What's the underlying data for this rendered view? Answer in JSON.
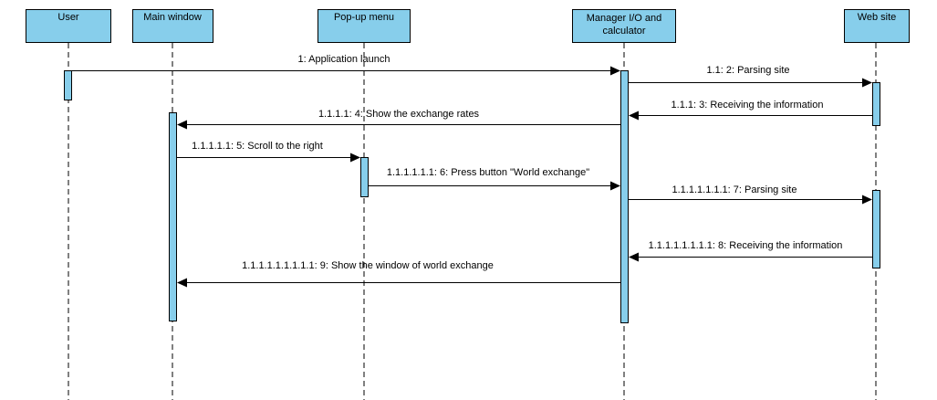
{
  "participants": [
    {
      "id": "user",
      "label": "User"
    },
    {
      "id": "main",
      "label": "Main window"
    },
    {
      "id": "popup",
      "label": "Pop-up menu"
    },
    {
      "id": "manager",
      "label": "Manager I/O and calculator"
    },
    {
      "id": "web",
      "label": "Web site"
    }
  ],
  "messages": [
    {
      "from": "user",
      "to": "manager",
      "label": "1: Application launch"
    },
    {
      "from": "manager",
      "to": "web",
      "label": "1.1: 2: Parsing site"
    },
    {
      "from": "web",
      "to": "manager",
      "label": "1.1.1: 3: Receiving the information"
    },
    {
      "from": "manager",
      "to": "main",
      "label": "1.1.1.1: 4: Show the exchange rates"
    },
    {
      "from": "main",
      "to": "popup",
      "label": "1.1.1.1.1: 5: Scroll to the right"
    },
    {
      "from": "popup",
      "to": "manager",
      "label": "1.1.1.1.1.1: 6: Press button \"World exchange\""
    },
    {
      "from": "manager",
      "to": "web",
      "label": "1.1.1.1.1.1.1: 7: Parsing site"
    },
    {
      "from": "web",
      "to": "manager",
      "label": "1.1.1.1.1.1.1.1: 8: Receiving the information"
    },
    {
      "from": "manager",
      "to": "main",
      "label": "1.1.1.1.1.1.1.1.1: 9: Show the window of world exchange"
    }
  ],
  "colors": {
    "box_fill": "#87CEEB",
    "line": "#000000"
  }
}
